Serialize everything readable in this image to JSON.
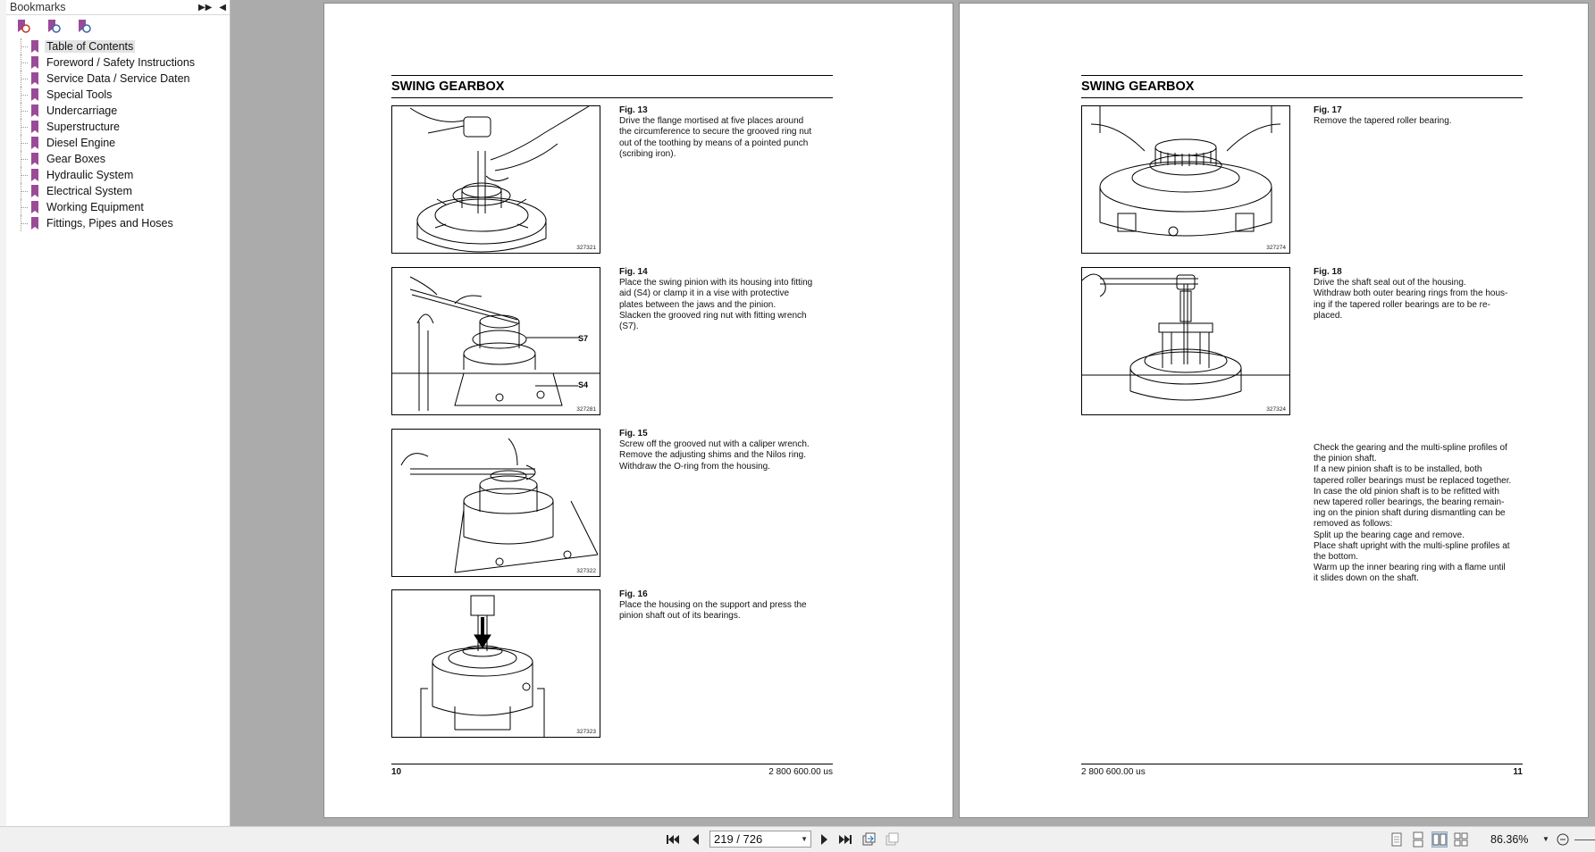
{
  "bookmarks": {
    "header": "Bookmarks",
    "items": [
      "Table of Contents",
      "Foreword / Safety Instructions",
      "Service Data / Service Daten",
      "Special Tools",
      "Undercarriage",
      "Superstructure",
      "Diesel Engine",
      "Gear Boxes",
      "Hydraulic System",
      "Electrical System",
      "Working Equipment",
      "Fittings, Pipes and Hoses"
    ],
    "selected_index": 0
  },
  "left_page": {
    "title": "SWING GEARBOX",
    "figures": [
      {
        "code": "327321",
        "heading": "Fig. 13",
        "lines": [
          "Drive the flange mortised at five places around",
          "the circumference to secure the grooved ring nut",
          "out of the toothing by means of a pointed punch",
          "(scribing iron)."
        ]
      },
      {
        "code": "327281",
        "heading": "Fig. 14",
        "lines": [
          "Place the swing pinion with its housing into fitting",
          "aid (S4) or clamp it in a vise with protective",
          "plates between the jaws and the pinion.",
          "Slacken the grooved ring nut with fitting wrench",
          "(S7)."
        ],
        "labels": [
          "S7",
          "S4"
        ]
      },
      {
        "code": "327322",
        "heading": "Fig. 15",
        "lines": [
          "Screw off the grooved nut with a caliper wrench.",
          "Remove the adjusting shims and the Nilos ring.",
          "Withdraw the O-ring from the housing."
        ]
      },
      {
        "code": "327323",
        "heading": "Fig. 16",
        "lines": [
          "Place the housing on the support and press the",
          "pinion shaft out of its bearings."
        ]
      }
    ],
    "page_number": "10",
    "doc_number": "2 800 600.00 us"
  },
  "right_page": {
    "title": "SWING GEARBOX",
    "figures": [
      {
        "code": "327274",
        "heading": "Fig. 17",
        "lines": [
          "Remove the tapered roller bearing."
        ]
      },
      {
        "code": "327324",
        "heading": "Fig. 18",
        "lines": [
          "Drive the shaft seal out of the housing.",
          "Withdraw both outer bearing rings from the hous-",
          "ing if the tapered roller bearings are to be re-",
          "placed."
        ]
      }
    ],
    "body_lines": [
      "Check the gearing and the multi-spline profiles of",
      "the pinion shaft.",
      "If a new pinion shaft is to be installed, both",
      "tapered roller bearings must be replaced together.",
      "In case the old pinion shaft is to be refitted with",
      "new tapered roller bearings, the bearing remain-",
      "ing on the pinion shaft during dismantling can be",
      "removed as follows:",
      "Split up the bearing cage and remove.",
      "Place shaft upright with the multi-spline profiles at",
      "the bottom.",
      "Warm up the inner bearing ring with a flame until",
      "it slides down on the shaft."
    ],
    "doc_number": "2 800 600.00 us",
    "page_number": "11"
  },
  "navigation": {
    "page_indicator": "219 / 726",
    "zoom": "86.36%"
  },
  "icons": {
    "bookmark_flag": "bookmark-flag-icon",
    "first_page": "first-page-icon",
    "prev_page": "prev-page-icon",
    "next_page": "next-page-icon",
    "last_page": "last-page-icon"
  },
  "colors": {
    "bookmark_flag": "#9b4a97",
    "viewer_bg": "#ababab"
  }
}
